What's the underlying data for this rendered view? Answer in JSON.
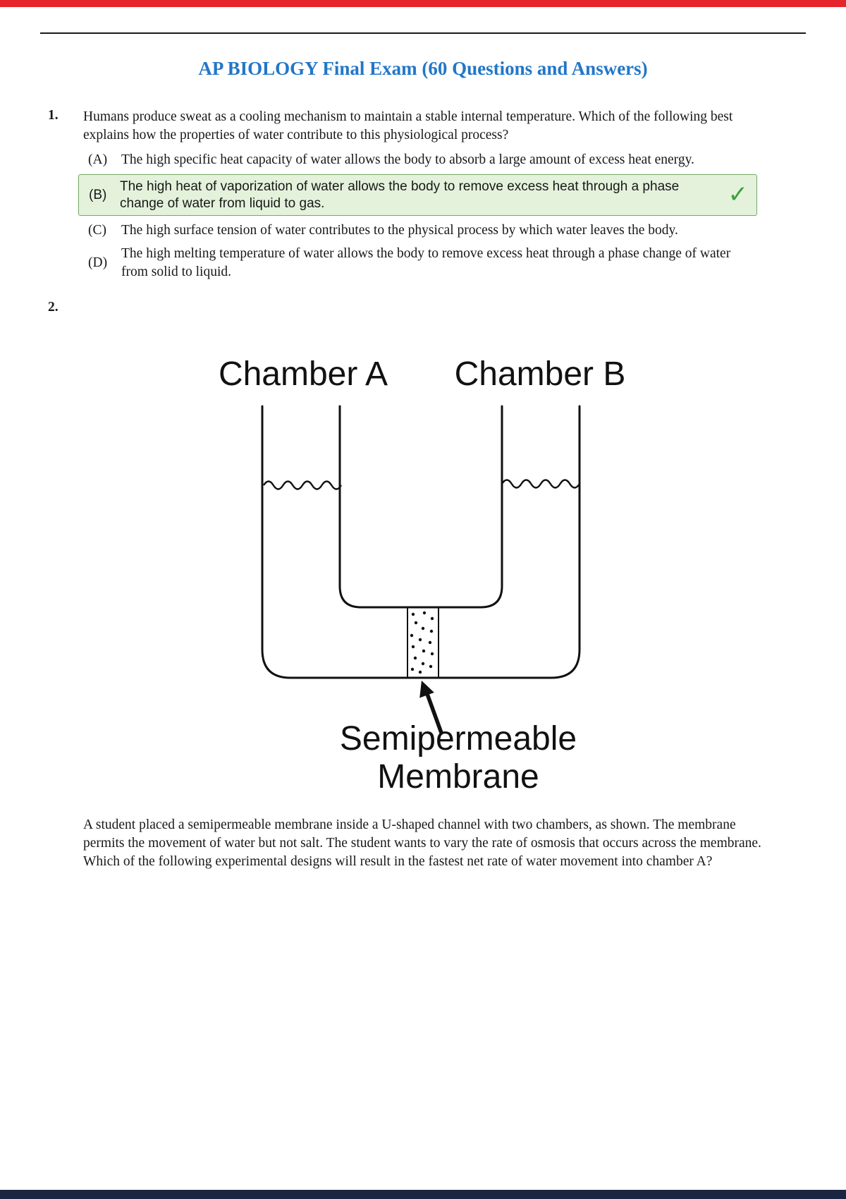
{
  "page": {
    "title": "AP BIOLOGY Final Exam (60 Questions and Answers)",
    "accent_blue": "#2277c8",
    "top_bar_color": "#e5252b",
    "bottom_bar_color": "#1b2440",
    "correct_bg": "#e4f2dc",
    "correct_border": "#74a964",
    "check_color": "#3da13d"
  },
  "question1": {
    "number": "1.",
    "text": "Humans produce sweat as a cooling mechanism to maintain a stable internal temperature. Which of the following best explains how the properties of water contribute to this physiological process?",
    "checkmark": "✓",
    "options": [
      {
        "letter": "(A)",
        "text": "The high specific heat capacity of water allows the body to absorb a large amount of excess heat energy.",
        "correct": false
      },
      {
        "letter": "(B)",
        "text": "The high heat of vaporization of water allows the body to remove excess heat through a phase change of water from liquid to gas.",
        "correct": true
      },
      {
        "letter": "(C)",
        "text": "The high surface tension of water contributes to the physical process by which water leaves the body.",
        "correct": false
      },
      {
        "letter": "(D)",
        "text": "The high melting temperature of water allows the body to remove excess heat through a phase change of water from solid to liquid.",
        "correct": false
      }
    ]
  },
  "question2": {
    "number": "2.",
    "diagram": {
      "chamber_a_label": "Chamber A",
      "chamber_b_label": "Chamber B",
      "membrane_label_line1": "Semipermeable",
      "membrane_label_line2": "Membrane"
    },
    "text": "A student placed a semipermeable membrane inside a U-shaped channel with two chambers, as shown. The membrane permits the movement of water but not salt. The student wants to vary the rate of osmosis that occurs across the membrane. Which of the following experimental designs will result in the fastest net rate of water movement into chamber A?"
  }
}
